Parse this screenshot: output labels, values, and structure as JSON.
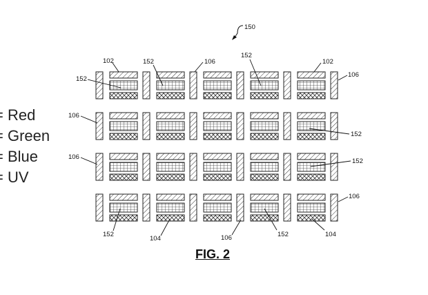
{
  "legend": [
    {
      "label": "= Red"
    },
    {
      "label": "= Green"
    },
    {
      "label": "= Blue"
    },
    {
      "label": "= UV"
    }
  ],
  "figure": {
    "reference": "150",
    "caption": "FIG. 2",
    "rows": 4,
    "pixel_columns": 5
  },
  "labels": {
    "row1": [
      "102",
      "152",
      "106",
      "152",
      "102",
      "106"
    ],
    "left": [
      "152",
      "106",
      "106"
    ],
    "right": [
      "152",
      "152",
      "106"
    ],
    "bottom": [
      "152",
      "104",
      "106",
      "152",
      "104"
    ]
  }
}
